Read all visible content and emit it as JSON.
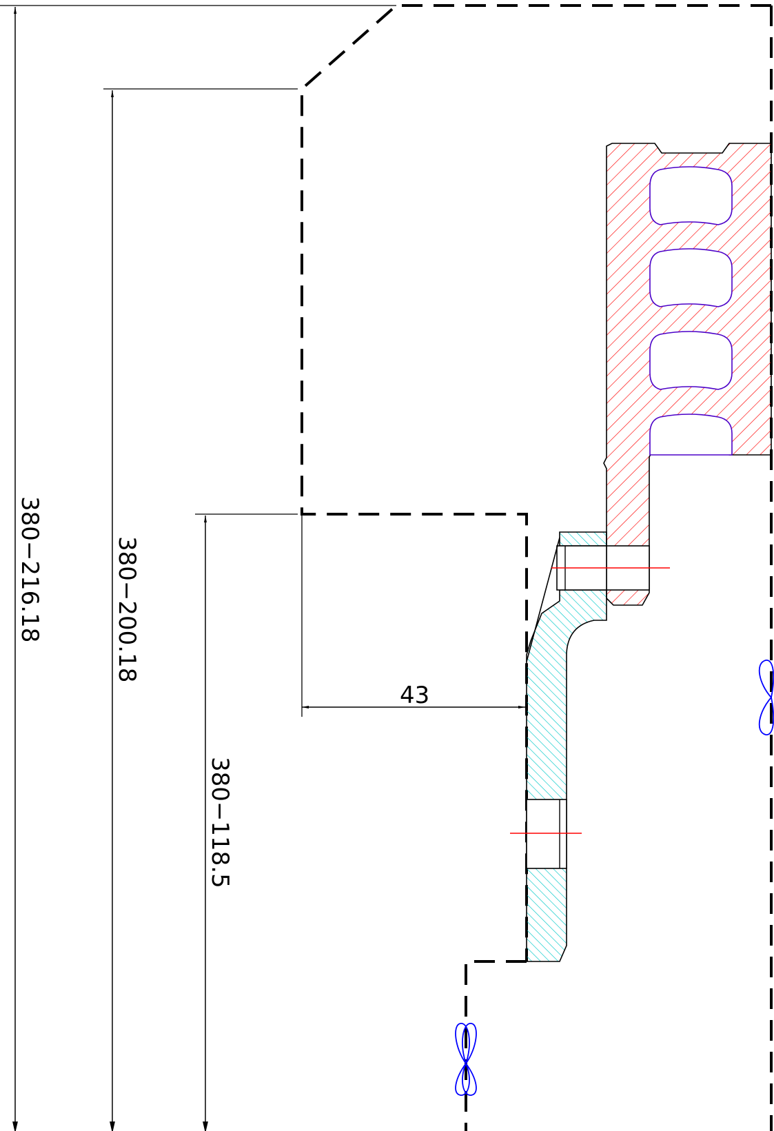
{
  "dimensions": {
    "overall_height": "380−216.18",
    "mid_height": "380−200.18",
    "flange_height": "380−118.5",
    "flange_offset": "43"
  },
  "colors": {
    "outline": "#000000",
    "ring_hatch": "#ff0000",
    "flange_hatch": "#00c8c8",
    "centerline": "#ff0000",
    "symbol": "#0000ff",
    "slot_outline": "#0000ff"
  }
}
